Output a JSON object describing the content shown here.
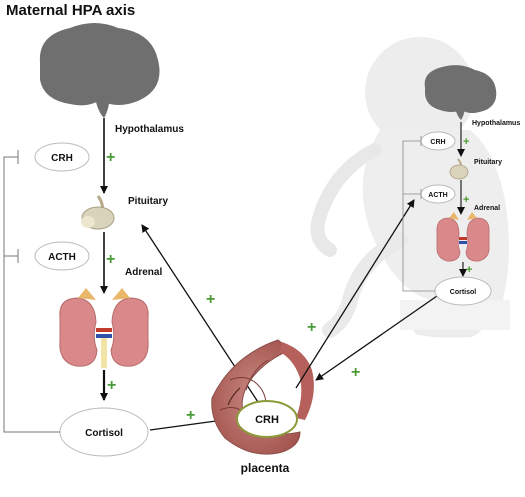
{
  "title": "Maternal HPA axis",
  "maternal": {
    "hypothalamus": "Hypothalamus",
    "crh": "CRH",
    "pituitary": "Pituitary",
    "acth": "ACTH",
    "adrenal": "Adrenal",
    "cortisol": "Cortisol"
  },
  "placenta": {
    "label": "placenta",
    "crh": "CRH"
  },
  "fetal": {
    "hypothalamus": "Hypothalamus",
    "crh": "CRH",
    "pituitary": "Pituitary",
    "acth": "ACTH",
    "adrenal": "Adrenal",
    "cortisol": "Cortisol"
  },
  "plus_sign": "+",
  "colors": {
    "brain": "#6f6f6f",
    "kidney": "#d9898a",
    "plus": "#4a9a35",
    "placenta": "#b86a64",
    "placenta_border": "#8a9a3a",
    "fetus": "#e9e9e9"
  }
}
